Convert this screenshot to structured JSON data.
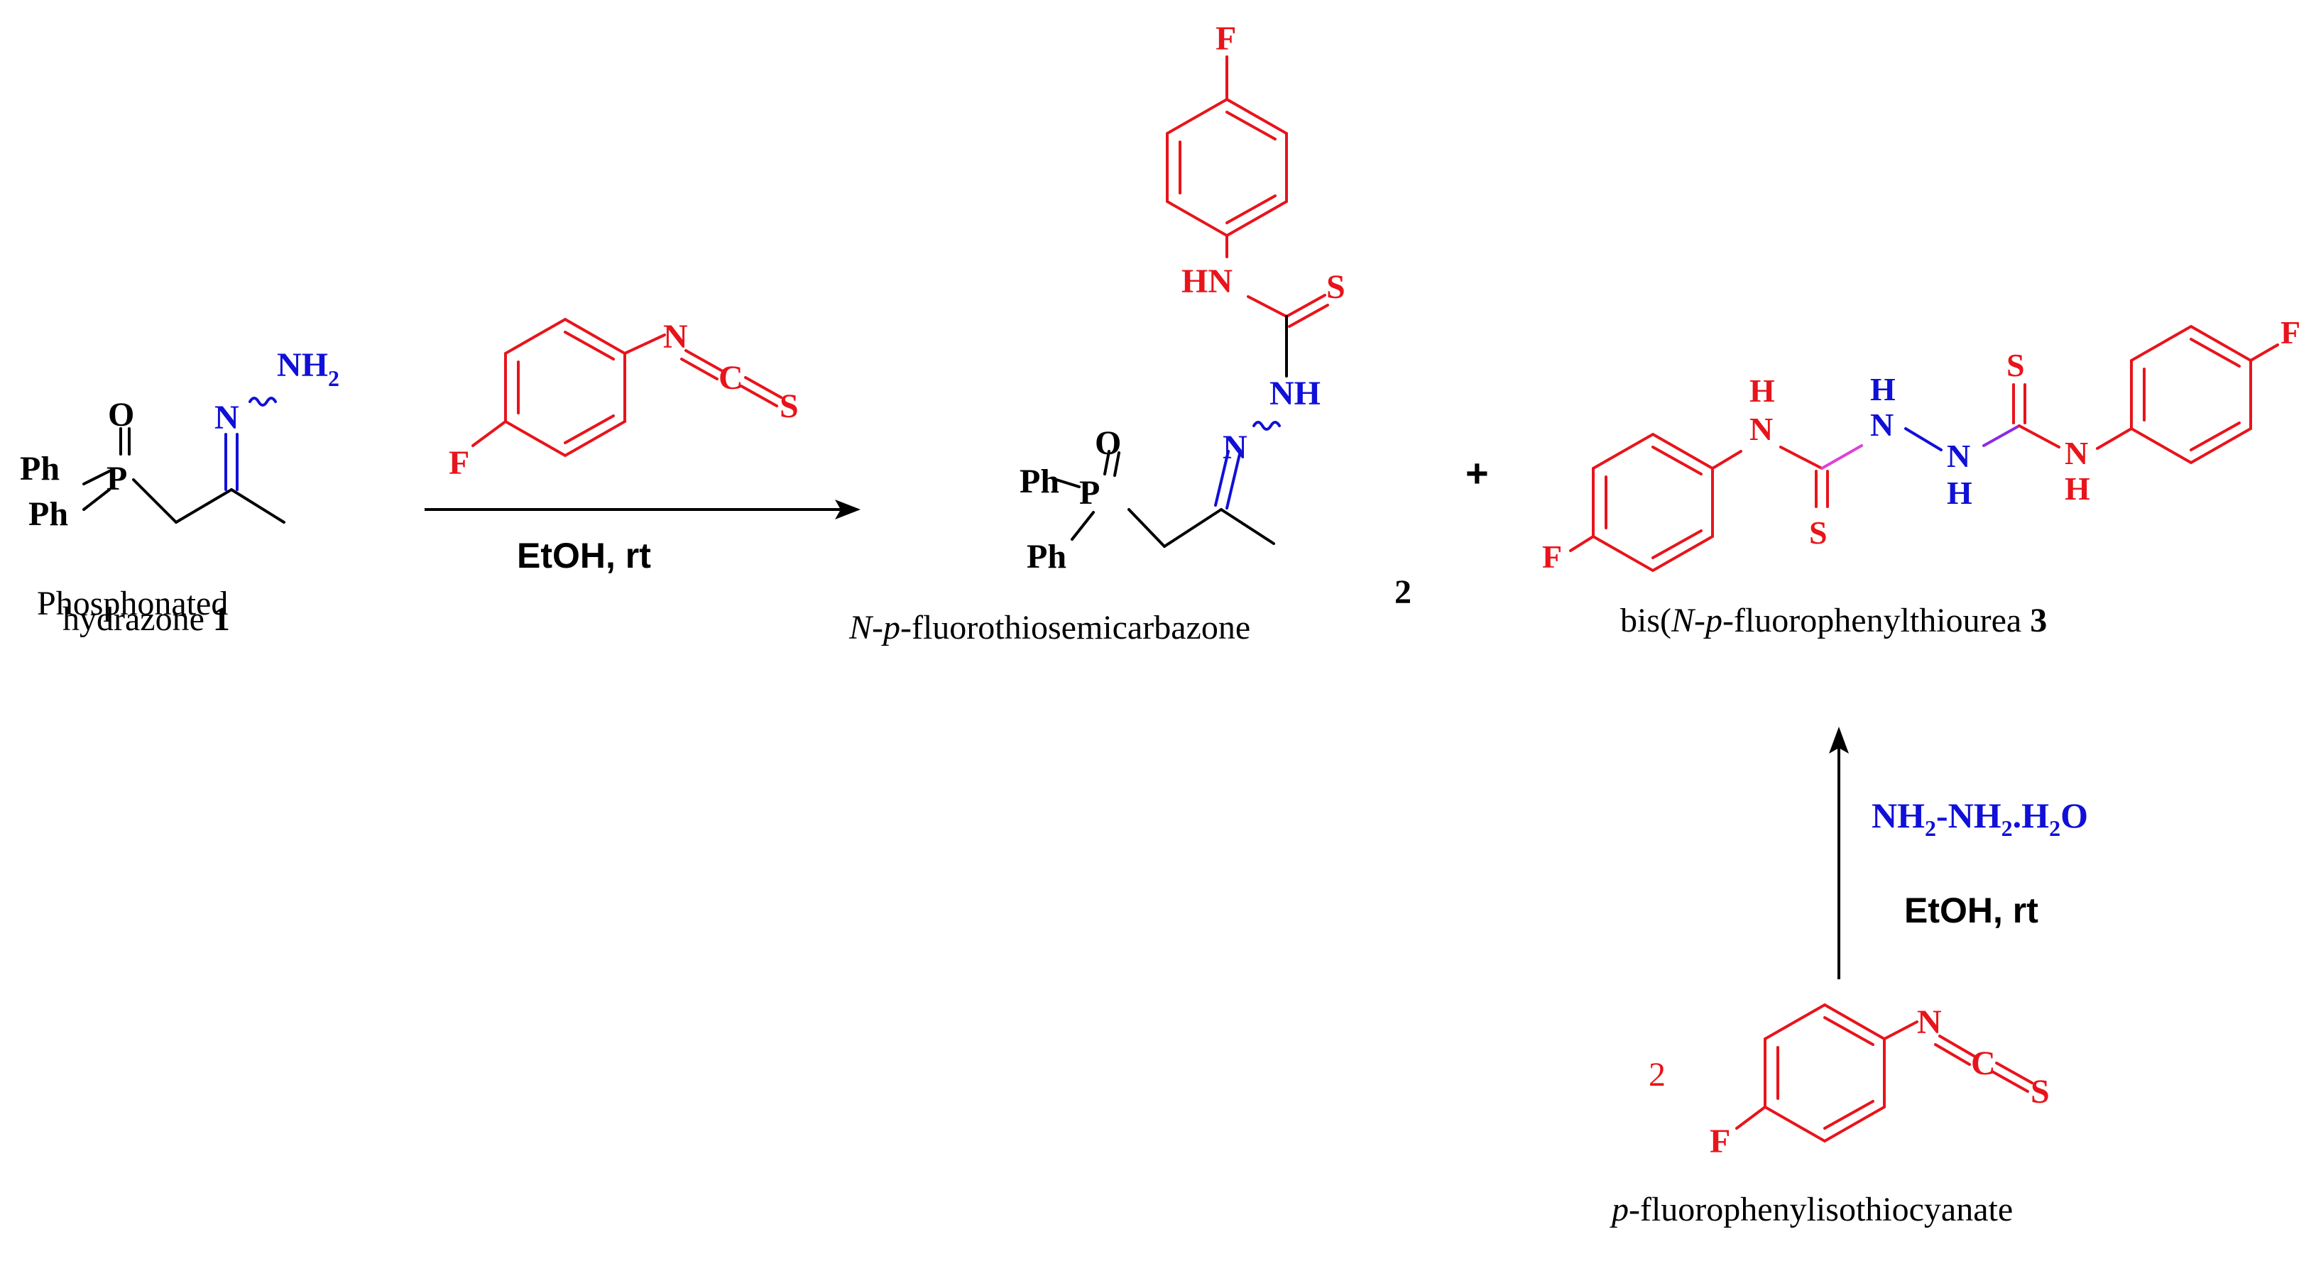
{
  "colors": {
    "black": "#000000",
    "red": "#e8141b",
    "blue": "#1010d8",
    "magenta": "#e040d8",
    "purple": "#8a2be2"
  },
  "reactant1": {
    "atoms": {
      "ph1": "Ph",
      "ph2": "Ph",
      "p": "P",
      "o": "O",
      "n": "N",
      "nh2_base": "NH",
      "nh2_sub": "2"
    },
    "label_line1": "Phosphonated",
    "label_line2": "hydrazone",
    "label_number": "1"
  },
  "reagent_top": {
    "atoms": {
      "f": "F",
      "n": "N",
      "c": "C",
      "s": "S"
    },
    "conditions": "EtOH, rt"
  },
  "product2": {
    "atoms": {
      "f": "F",
      "hn": "HN",
      "s": "S",
      "nh": "NH",
      "n": "N",
      "o": "O",
      "p": "P",
      "ph1": "Ph",
      "ph2": "Ph"
    },
    "label_prefix_italic_n": "N",
    "label_dash1": "-",
    "label_prefix_italic_p": "p",
    "label_rest": "-fluorothiosemicarbazone",
    "label_number": "2"
  },
  "plus_sign": "+",
  "product3": {
    "atoms": {
      "f_left": "F",
      "f_right": "F",
      "h1": "H",
      "n1": "N",
      "s1": "S",
      "h2": "H",
      "n2": "N",
      "n3": "N",
      "h3": "H",
      "s2": "S",
      "n4": "N",
      "h4": "H"
    },
    "label_start": "bis(",
    "label_italic_n": "N",
    "label_dash1": "-",
    "label_italic_p": "p",
    "label_rest": "-fluorophenylthiourea",
    "label_number": "3"
  },
  "bottom_reagent": {
    "hydrazine_nh": "NH",
    "hydrazine_sub1": "2",
    "hydrazine_mid": "-NH",
    "hydrazine_sub2": "2",
    "hydrazine_dot_h": ".H",
    "hydrazine_sub3": "2",
    "hydrazine_o": "O",
    "conditions": "EtOH, rt"
  },
  "isothiocyanate": {
    "coefficient": "2",
    "atoms": {
      "f": "F",
      "n": "N",
      "c": "C",
      "s": "S"
    },
    "label_italic_p": "p",
    "label_rest": "-fluorophenylisothiocyanate"
  }
}
